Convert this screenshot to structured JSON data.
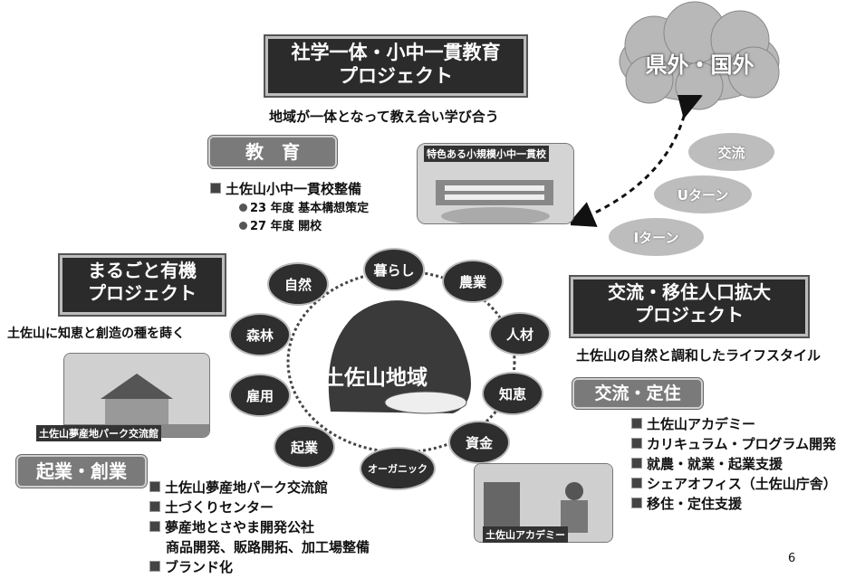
{
  "top_project": {
    "title_line1": "社学一体・小中一貫教育",
    "title_line2": "プロジェクト",
    "tagline": "地域が一体となって教え合い学び合う"
  },
  "education": {
    "header": "教　育",
    "item": "土佐山小中一貫校整備",
    "sub1": "23 年度 基本構想策定",
    "sub2": "27 年度 開校",
    "photo_label": "特色ある小規模小中一貫校"
  },
  "cloud": {
    "label": "県外・国外"
  },
  "flows": [
    "交流",
    "Uターン",
    "Iターン"
  ],
  "marugoto": {
    "title_line1": "まるごと有機",
    "title_line2": "プロジェクト",
    "tagline": "土佐山に知恵と創造の種を蒔く",
    "photo_label": "土佐山夢産地パーク交流館"
  },
  "center": {
    "label": "土佐山地域",
    "nodes": [
      "暮らし",
      "農業",
      "人材",
      "知恵",
      "資金",
      "オーガニック",
      "起業",
      "雇用",
      "森林",
      "自然"
    ]
  },
  "exchange": {
    "title_line1": "交流・移住人口拡大",
    "title_line2": "プロジェクト",
    "tagline": "土佐山の自然と調和したライフスタイル",
    "header": "交流・定住",
    "items": [
      "土佐山アカデミー",
      "カリキュラム・プログラム開発",
      "就農・就業・起業支援",
      "シェアオフィス（土佐山庁舎）",
      "移住・定住支援"
    ],
    "photo_label": "土佐山アカデミー"
  },
  "startup": {
    "header": "起業・創業",
    "items": [
      "土佐山夢産地パーク交流館",
      "土づくりセンター",
      "夢産地とさやま開発公社"
    ],
    "sub": "商品開発、販路開拓、加工場整備",
    "last": "ブランド化"
  },
  "page_number": "6"
}
